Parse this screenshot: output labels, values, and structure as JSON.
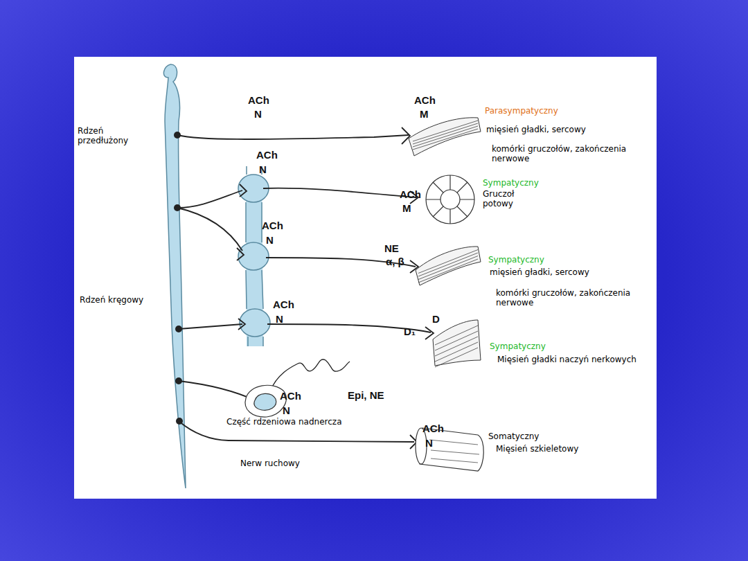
{
  "diagram": {
    "labels": [
      "Rdzeń przedłużony",
      "Rdzeń kręgowy",
      "ACh",
      "N",
      "ACh",
      "M",
      "ACh",
      "N",
      "ACh",
      "M",
      "ACh",
      "N",
      "NE",
      "α, β",
      "ACh",
      "N",
      "D",
      "D₁",
      "ACh",
      "N",
      "Epi, NE",
      "ACh",
      "N",
      "Część rdzeniowa nadnercza",
      "Nerw ruchowy",
      "Parasympatyczny",
      "mięsień gładki, sercowy",
      "komórki gruczołów, zakończenia nerwowe",
      "Sympatyczny",
      "Gruczoł potowy",
      "Sympatyczny",
      "mięsień gładki, sercowy",
      "komórki gruczołów, zakończenia nerwowe",
      "Sympatyczny",
      "Mięsień gładki naczyń nerkowych",
      "Somatyczny",
      "Mięsień szkieletowy"
    ]
  }
}
